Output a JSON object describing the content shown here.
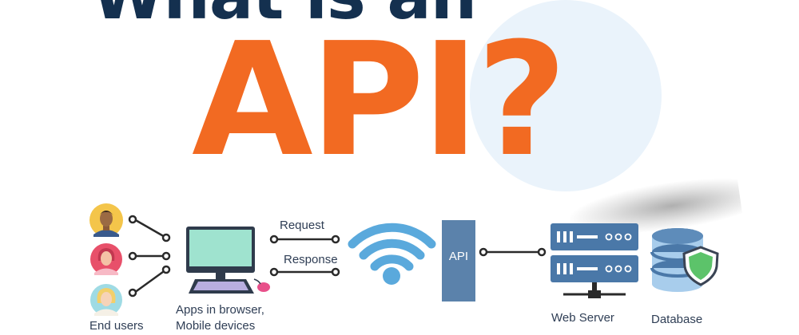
{
  "title": {
    "line1": "What is an",
    "line2": "API?"
  },
  "labels": {
    "end_users": "End users",
    "apps_line1": "Apps in browser,",
    "apps_line2": "Mobile devices",
    "request": "Request",
    "response": "Response",
    "api": "API",
    "web_server": "Web Server",
    "database": "Database"
  },
  "colors": {
    "title_navy": "#14304f",
    "accent_orange": "#f26a22",
    "icon_blue": "#5aa9dc",
    "server_blue": "#4a78a8",
    "shield_green": "#5cc36a"
  }
}
